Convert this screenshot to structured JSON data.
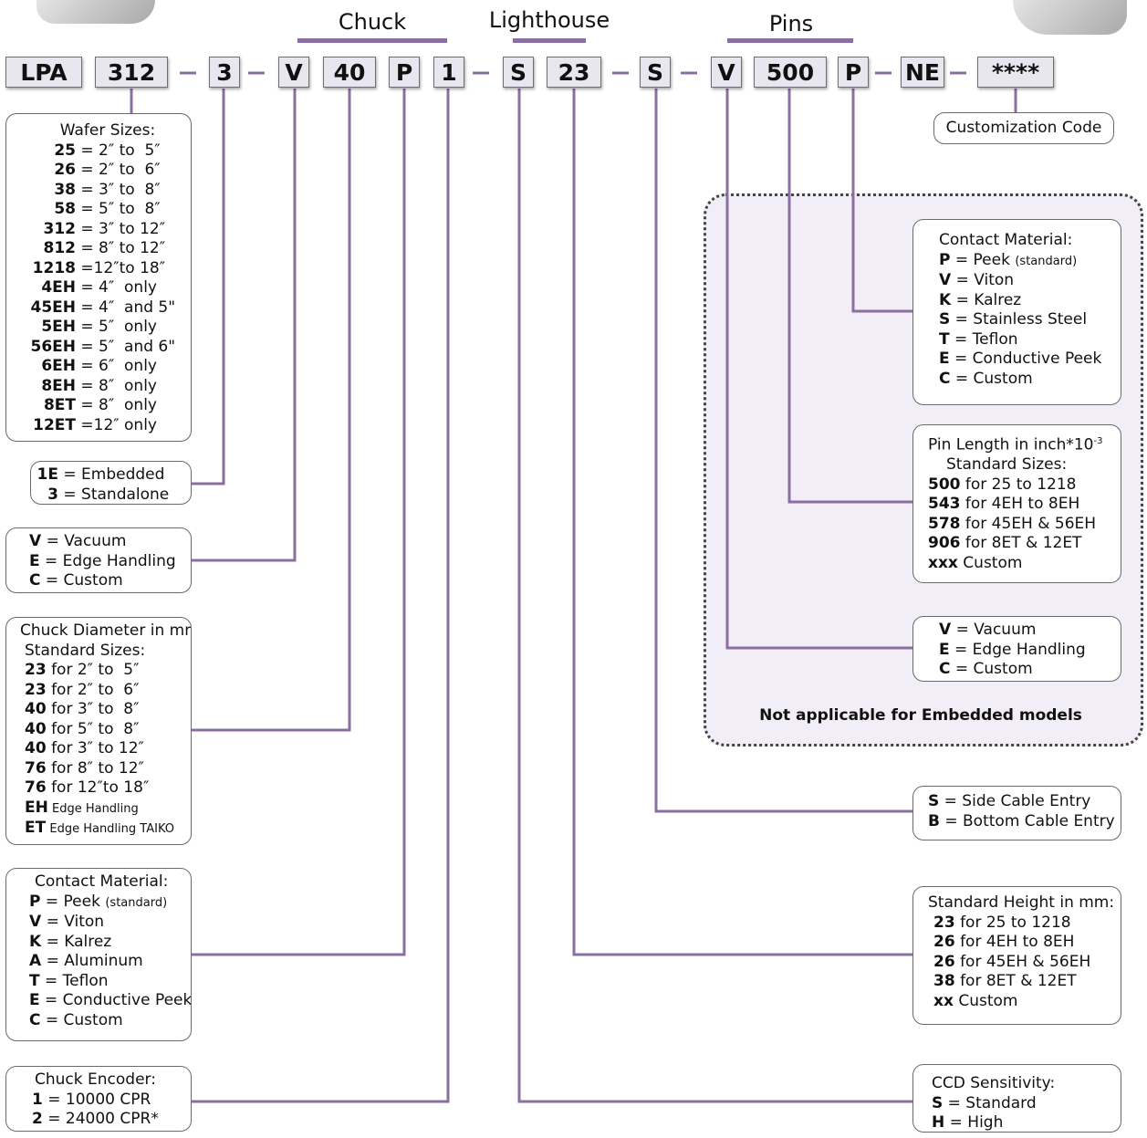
{
  "headers": {
    "chuck": "Chuck",
    "lighthouse": "Lighthouse",
    "pins": "Pins"
  },
  "codes": [
    "LPA",
    "312",
    "3",
    "V",
    "40",
    "P",
    "1",
    "S",
    "23",
    "S",
    "V",
    "500",
    "P",
    "NE",
    "****"
  ],
  "customization": "Customization Code",
  "wafer": {
    "title": "Wafer Sizes:",
    "rows": [
      {
        "c": "25",
        "d": " = 2″ to  5″"
      },
      {
        "c": "26",
        "d": " = 2″ to  6″"
      },
      {
        "c": "38",
        "d": " = 3″ to  8″"
      },
      {
        "c": "58",
        "d": " = 5″ to  8″"
      },
      {
        "c": "312",
        "d": " = 3″ to 12″"
      },
      {
        "c": "812",
        "d": " = 8″ to 12″"
      },
      {
        "c": "1218",
        "d": " =12″to 18″"
      },
      {
        "c": "4EH",
        "d": " = 4″  only"
      },
      {
        "c": "45EH",
        "d": " = 4″  and 5\""
      },
      {
        "c": "5EH",
        "d": " = 5″  only"
      },
      {
        "c": "56EH",
        "d": " = 5″  and 6\""
      },
      {
        "c": "6EH",
        "d": " = 6″  only"
      },
      {
        "c": "8EH",
        "d": " = 8″  only"
      },
      {
        "c": "8ET",
        "d": " = 8″  only"
      },
      {
        "c": "12ET",
        "d": " =12″ only"
      }
    ]
  },
  "embedded": {
    "rows": [
      {
        "c": "1E",
        "d": " = Embedded"
      },
      {
        "c": "3",
        "d": " = Standalone"
      }
    ]
  },
  "chuck_type": {
    "rows": [
      {
        "c": "V",
        "d": " = Vacuum"
      },
      {
        "c": "E",
        "d": " = Edge Handling"
      },
      {
        "c": "C",
        "d": " = Custom"
      }
    ]
  },
  "chuck_diam": {
    "title": "Chuck Diameter in mm",
    "subtitle": " Standard Sizes:",
    "rows": [
      {
        "c": "23",
        "d": " for 2″ to  5″"
      },
      {
        "c": "23",
        "d": " for 2″ to  6″"
      },
      {
        "c": "40",
        "d": " for 3″ to  8″"
      },
      {
        "c": "40",
        "d": " for 5″ to  8″"
      },
      {
        "c": "40",
        "d": " for 3″ to 12″"
      },
      {
        "c": "76",
        "d": " for 8″ to 12″"
      },
      {
        "c": "76",
        "d": " for 12″to 18″"
      },
      {
        "c": "EH",
        "d": " Edge Handling"
      },
      {
        "c": "ET",
        "d": " Edge Handling TAIKO"
      }
    ]
  },
  "chuck_contact": {
    "title": "Contact Material:",
    "rows": [
      {
        "c": "P",
        "d": " = Peek ",
        "s": "(standard)"
      },
      {
        "c": "V",
        "d": " = Viton"
      },
      {
        "c": "K",
        "d": " = Kalrez"
      },
      {
        "c": "A",
        "d": " = Aluminum"
      },
      {
        "c": "T",
        "d": " = Teflon"
      },
      {
        "c": "E",
        "d": " = Conductive Peek"
      },
      {
        "c": "C",
        "d": " = Custom"
      }
    ]
  },
  "encoder": {
    "title": "Chuck Encoder:",
    "rows": [
      {
        "c": "1",
        "d": " = 10000 CPR"
      },
      {
        "c": "2",
        "d": " = 24000 CPR*"
      }
    ]
  },
  "pin_contact": {
    "title": "Contact Material:",
    "rows": [
      {
        "c": "P",
        "d": " = Peek ",
        "s": "(standard)"
      },
      {
        "c": "V",
        "d": " = Viton"
      },
      {
        "c": "K",
        "d": " = Kalrez"
      },
      {
        "c": "S",
        "d": " = Stainless Steel"
      },
      {
        "c": "T",
        "d": " = Teflon"
      },
      {
        "c": "E",
        "d": " = Conductive Peek"
      },
      {
        "c": "C",
        "d": " = Custom"
      }
    ]
  },
  "pin_length": {
    "title": "Pin Length in inch*10",
    "title_sup": "-3",
    "subtitle": "Standard Sizes:",
    "rows": [
      {
        "c": "500",
        "d": " for 25 to 1218"
      },
      {
        "c": "543",
        "d": " for 4EH to 8EH"
      },
      {
        "c": "578",
        "d": " for 45EH & 56EH"
      },
      {
        "c": "906",
        "d": " for 8ET & 12ET"
      },
      {
        "c": "xxx",
        "d": " Custom"
      }
    ]
  },
  "pin_type": {
    "rows": [
      {
        "c": "V",
        "d": " = Vacuum"
      },
      {
        "c": "E",
        "d": " = Edge Handling"
      },
      {
        "c": "C",
        "d": " = Custom"
      }
    ]
  },
  "not_applicable": "Not applicable for Embedded models",
  "cable": {
    "rows": [
      {
        "c": "S",
        "d": " = Side Cable Entry"
      },
      {
        "c": "B",
        "d": " = Bottom Cable Entry"
      }
    ]
  },
  "height": {
    "title": "Standard Height in mm:",
    "rows": [
      {
        "c": "23",
        "d": " for 25 to 1218"
      },
      {
        "c": "26",
        "d": " for 4EH to 8EH"
      },
      {
        "c": "26",
        "d": " for 45EH & 56EH"
      },
      {
        "c": "38",
        "d": " for 8ET & 12ET"
      },
      {
        "c": "xx",
        "d": " Custom"
      }
    ]
  },
  "ccd": {
    "title": "CCD Sensitivity:",
    "rows": [
      {
        "c": "S",
        "d": " = Standard"
      },
      {
        "c": "H",
        "d": " = High"
      }
    ]
  },
  "colors": {
    "connector": "#8a6fa0",
    "code_fill": "#e8e6ef",
    "panel_fill": "#f2eef7"
  }
}
